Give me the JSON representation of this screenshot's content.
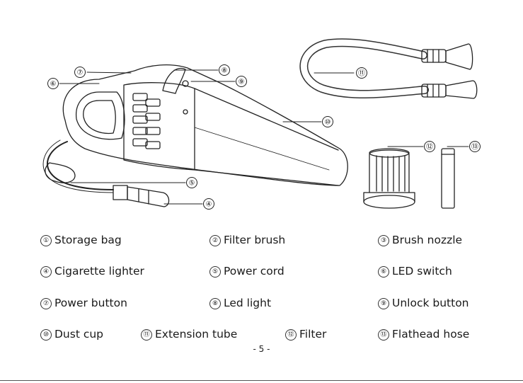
{
  "callouts": [
    {
      "num": "⑦"
    },
    {
      "num": "⑥"
    },
    {
      "num": "⑧"
    },
    {
      "num": "⑨"
    },
    {
      "num": "⑪"
    },
    {
      "num": "⑩"
    },
    {
      "num": "⑫"
    },
    {
      "num": "⑬"
    },
    {
      "num": "⑤"
    },
    {
      "num": "④"
    }
  ],
  "legend": [
    {
      "num": "①",
      "label": "Storage bag"
    },
    {
      "num": "②",
      "label": "Filter brush"
    },
    {
      "num": "③",
      "label": "Brush nozzle"
    },
    {
      "num": "④",
      "label": "Cigarette lighter"
    },
    {
      "num": "⑤",
      "label": "Power cord"
    },
    {
      "num": "⑥",
      "label": "LED switch"
    },
    {
      "num": "⑦",
      "label": "Power button"
    },
    {
      "num": "⑧",
      "label": "Led light"
    },
    {
      "num": "⑨",
      "label": "Unlock button"
    },
    {
      "num": "⑩",
      "label": "Dust cup"
    },
    {
      "num": "⑪",
      "label": "Extension tube"
    },
    {
      "num": "⑫",
      "label": "Filter"
    },
    {
      "num": "⑬",
      "label": "Flathead hose"
    }
  ],
  "page_number": "- 5 -"
}
